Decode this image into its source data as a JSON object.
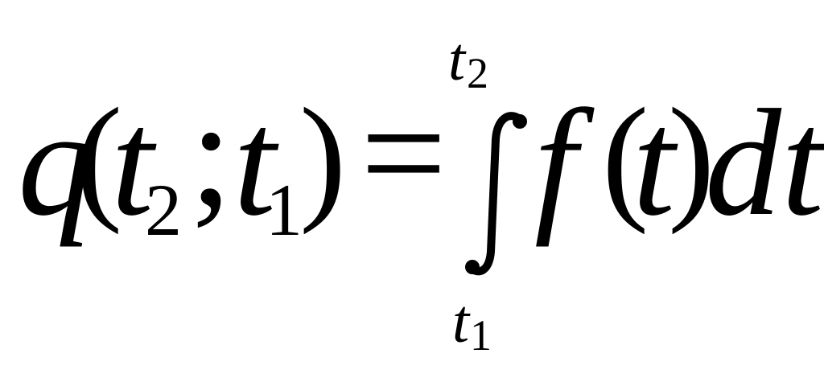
{
  "equation": {
    "lhs": {
      "function": "q",
      "open_paren": "(",
      "arg1_var": "t",
      "arg1_sub": "2",
      "separator": ";",
      "arg2_var": "t",
      "arg2_sub": "1",
      "close_paren": ")"
    },
    "equals": "=",
    "rhs": {
      "upper_limit_var": "t",
      "upper_limit_sub": "2",
      "lower_limit_var": "t",
      "lower_limit_sub": "1",
      "integrand_function": "f",
      "open_paren": "(",
      "integrand_var": "t",
      "close_paren": ")",
      "differential": "dt"
    }
  },
  "icons": {
    "integral": "integral-sign-icon"
  },
  "colors": {
    "text": "#000000",
    "background": "#ffffff"
  }
}
